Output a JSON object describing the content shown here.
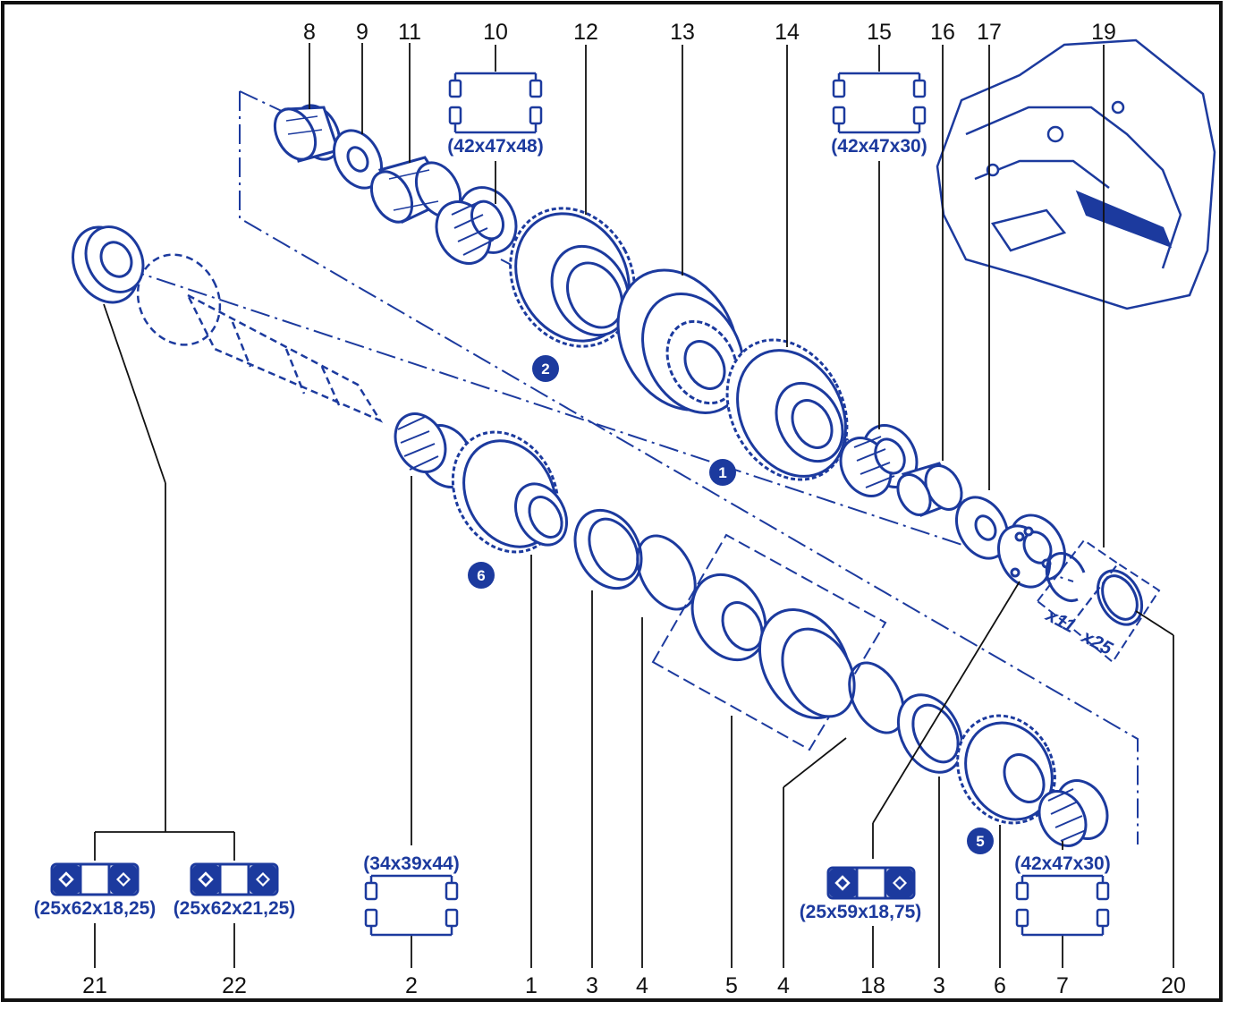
{
  "colors": {
    "ink": "#1c3a9e",
    "callout": "#111111",
    "frame": "#111111",
    "paper": "#ffffff"
  },
  "top_callouts": [
    "8",
    "9",
    "11",
    "10",
    "12",
    "13",
    "14",
    "15",
    "16",
    "17",
    "19"
  ],
  "bottom_callouts": [
    "21",
    "22",
    "2",
    "1",
    "3",
    "4",
    "5",
    "4",
    "18",
    "3",
    "6",
    "7",
    "20"
  ],
  "dimensions": {
    "part10": "(42x47x48)",
    "part15": "(42x47x30)",
    "part2": "(34x39x44)",
    "part7": "(42x47x30)",
    "part21": "(25x62x18,25)",
    "part22": "(25x62x21,25)",
    "part18": "(25x59x18,75)"
  },
  "badges": [
    "2",
    "1",
    "6",
    "5"
  ],
  "multipliers": {
    "shim_left": "x11",
    "shim_right": "x25"
  },
  "symbols": {
    "needle_bearing": "needle-roller-bearing-symbol",
    "ball_bearing": "tapered-ball-bearing-symbol"
  }
}
